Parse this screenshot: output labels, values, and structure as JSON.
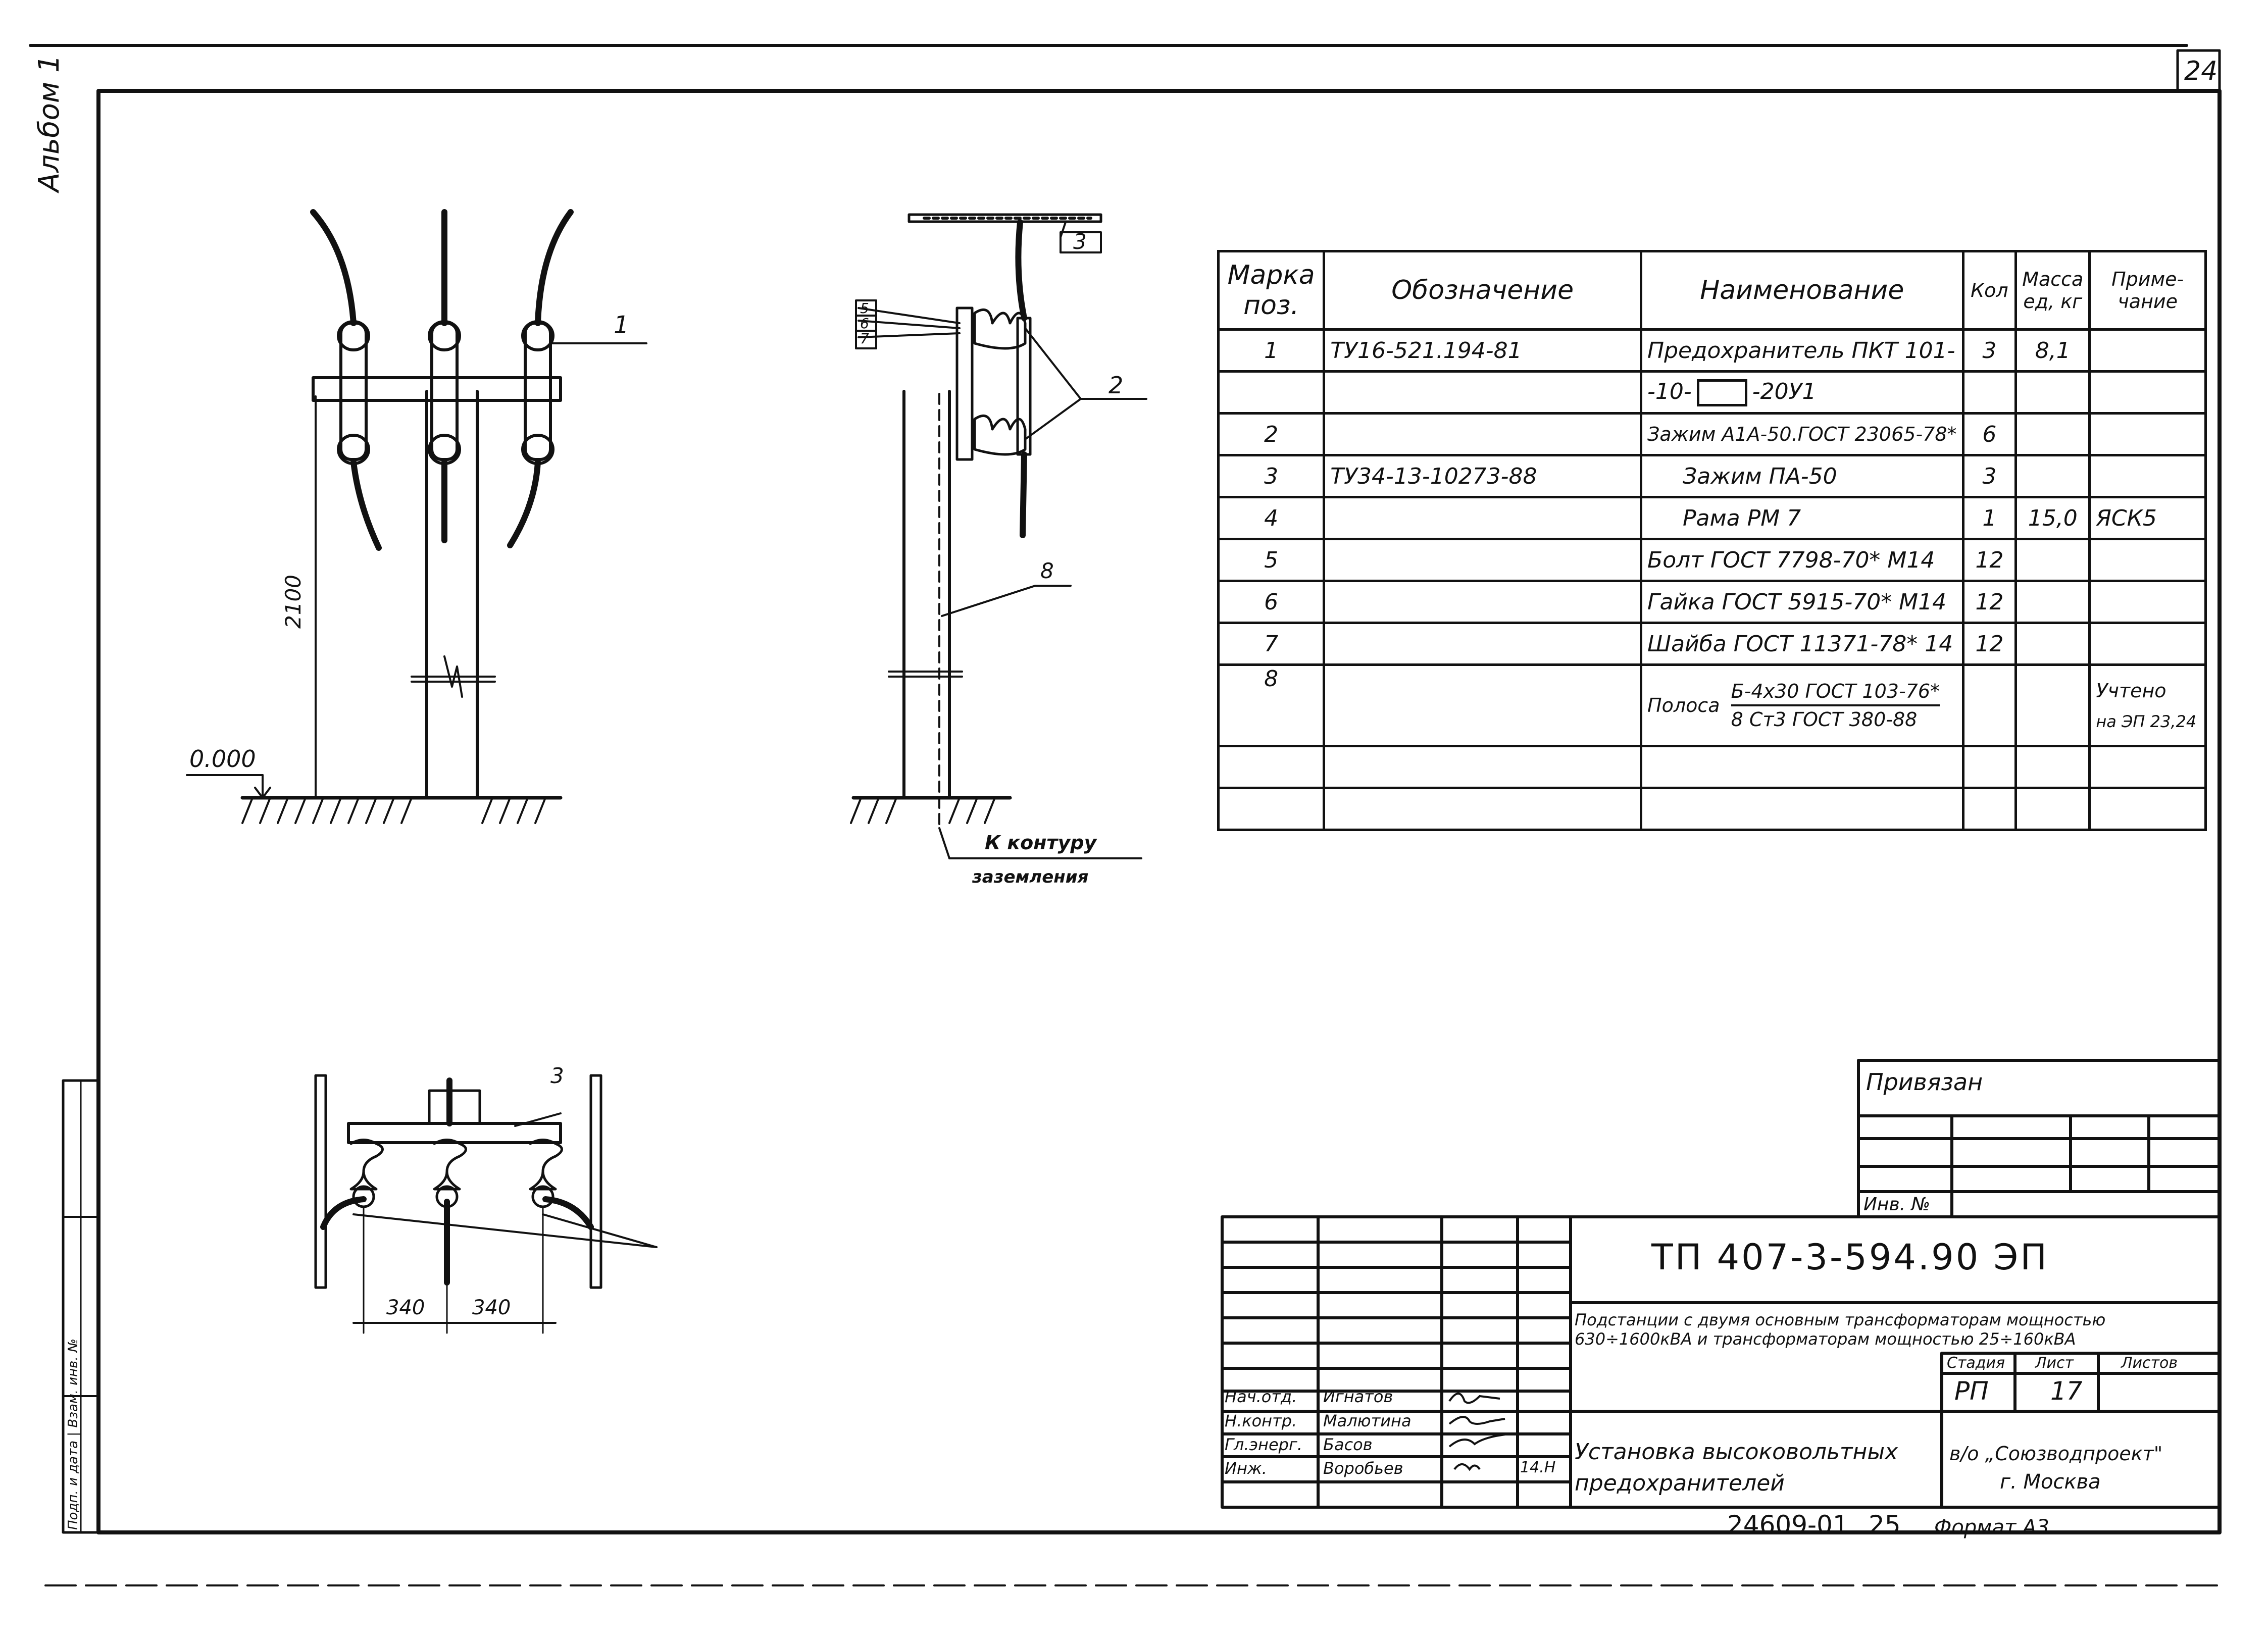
{
  "sheet_number": "24",
  "album_label": "Альбом 1",
  "drawings": {
    "front_view": {
      "pos1_label": "1",
      "dim_height": "2100",
      "level_mark": "0.000"
    },
    "side_view": {
      "pos3_label": "3",
      "pos5_label": "5",
      "pos6_label": "6",
      "pos7_label": "7",
      "pos2_label": "2",
      "pos8_label": "8",
      "ground_line1": "К контуру",
      "ground_line2": "заземления"
    },
    "plan_view": {
      "pos3_label": "3",
      "dim_left": "340",
      "dim_right": "340"
    }
  },
  "spec_table": {
    "headers": {
      "mark": "Марка поз.",
      "designation": "Обозначение",
      "name": "Наименование",
      "qty": "Кол",
      "mass": "Масса ед, кг",
      "note": "Приме- чание"
    },
    "rows": [
      {
        "mark": "1",
        "designation": "ТУ16-521.194-81",
        "name": "Предохранитель ПКТ 101-",
        "qty": "3",
        "mass": "8,1",
        "note": ""
      },
      {
        "mark": "",
        "designation": "",
        "name_a": "-10-",
        "name_b": "-20У1",
        "qty": "",
        "mass": "",
        "note": ""
      },
      {
        "mark": "2",
        "designation": "",
        "name": "Зажим А1А-50.ГОСТ 23065-78*",
        "qty": "6",
        "mass": "",
        "note": ""
      },
      {
        "mark": "3",
        "designation": "ТУ34-13-10273-88",
        "name": "Зажим ПА-50",
        "qty": "3",
        "mass": "",
        "note": ""
      },
      {
        "mark": "4",
        "designation": "",
        "name": "Рама РМ 7",
        "qty": "1",
        "mass": "15,0",
        "note": "ЯСК5"
      },
      {
        "mark": "5",
        "designation": "",
        "name": "Болт ГОСТ 7798-70* М14",
        "qty": "12",
        "mass": "",
        "note": ""
      },
      {
        "mark": "6",
        "designation": "",
        "name": "Гайка ГОСТ 5915-70* М14",
        "qty": "12",
        "mass": "",
        "note": ""
      },
      {
        "mark": "7",
        "designation": "",
        "name": "Шайба ГОСТ 11371-78* 14",
        "qty": "12",
        "mass": "",
        "note": ""
      },
      {
        "mark": "8",
        "designation": "",
        "name": "Полоса",
        "frac_top": "Б-4х30 ГОСТ 103-76*",
        "frac_bottom": "8 Ст3 ГОСТ 380-88",
        "qty": "",
        "mass": "",
        "note": "Учтено",
        "note2": "на ЭП 23,24"
      }
    ]
  },
  "privyazan": {
    "title": "Привязан",
    "inv_label": "Инв. №"
  },
  "title_block": {
    "code": "ТП 407-3-594.90 ЭП",
    "project_title": "Подстанции с двумя основным трансформаторам мощностью 630÷1600кВА и трансформаторам мощностью 25÷160кВА",
    "stage_label": "Стадия",
    "sheet_label": "Лист",
    "sheets_label": "Листов",
    "stage": "РП",
    "sheet": "17",
    "drawing_title": "Установка высоковольтных предохранителей",
    "org_line1": "в/о „Союзводпроект\"",
    "org_line2": "г. Москва",
    "signers": [
      {
        "role": "Нач.отд.",
        "name": "Игнатов"
      },
      {
        "role": "Н.контр.",
        "name": "Малютина"
      },
      {
        "role": "Гл.энерг.",
        "name": "Басов"
      },
      {
        "role": "Инж.",
        "name": "Воробьев",
        "date": "14.Н"
      }
    ]
  },
  "footer": {
    "archive_no": "24609-01",
    "page_no": "25",
    "format": "Формат А3"
  },
  "side_stamp": "Подп. и дата | Взам. инв. №"
}
